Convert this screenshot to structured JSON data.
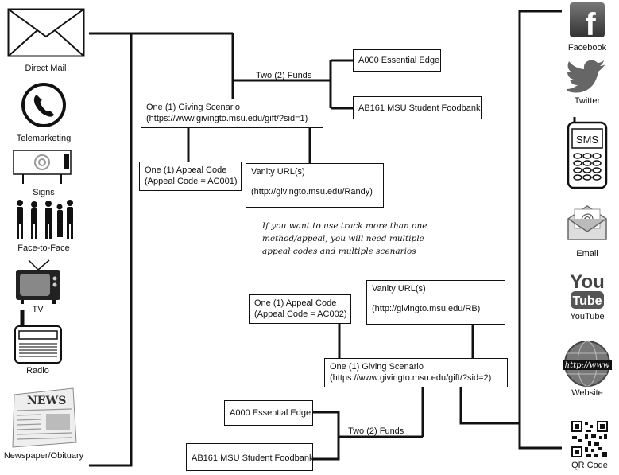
{
  "channels_left": [
    {
      "name": "Direct Mail",
      "icon": "envelope-icon"
    },
    {
      "name": "Telemarketing",
      "icon": "phone-icon"
    },
    {
      "name": "Signs",
      "icon": "sign-icon"
    },
    {
      "name": "Face-to-Face",
      "icon": "people-icon"
    },
    {
      "name": "TV",
      "icon": "tv-icon"
    },
    {
      "name": "Radio",
      "icon": "radio-icon"
    },
    {
      "name": "Newspaper/Obituary",
      "icon": "newspaper-icon"
    }
  ],
  "channels_right": [
    {
      "name": "Facebook",
      "icon": "facebook-icon"
    },
    {
      "name": "Twitter",
      "icon": "twitter-icon"
    },
    {
      "name": "SMS",
      "icon": "sms-phone-icon"
    },
    {
      "name": "Email",
      "icon": "email-icon"
    },
    {
      "name": "YouTube",
      "icon": "youtube-icon"
    },
    {
      "name": "Website",
      "icon": "globe-icon"
    },
    {
      "name": "QR Code",
      "icon": "qr-code-icon"
    }
  ],
  "icon_text": {
    "sms": "SMS",
    "youtube_top": "You",
    "youtube_bottom": "Tube",
    "facebook": "f",
    "news": "NEWS",
    "www": "http://www"
  },
  "scenario1": {
    "funds_label": "Two (2) Funds",
    "fund_a": "A000 Essential Edge",
    "fund_b": "AB161 MSU Student Foodbank",
    "scenario_line1": "One (1) Giving Scenario",
    "scenario_line2": "(https://www.givingto.msu.edu/gift/?sid=1)",
    "appeal_line1": "One (1) Appeal Code",
    "appeal_line2": "(Appeal Code = AC001)",
    "vanity_line1": "Vanity URL(s)",
    "vanity_line2": "(http://givingto.msu.edu/Randy)"
  },
  "note": {
    "line1": "If you want to use track more than one",
    "line2": "method/appeal, you will need multiple",
    "line3": "appeal codes and multiple scenarios"
  },
  "scenario2": {
    "appeal_line1": "One (1) Appeal Code",
    "appeal_line2": "(Appeal Code = AC002)",
    "vanity_line1": "Vanity URL(s)",
    "vanity_line2": "(http://givingto.msu.edu/RB)",
    "scenario_line1": "One (1) Giving Scenario",
    "scenario_line2": "(https://www.givingto.msu.edu/gift/?sid=2)",
    "fund_a": "A000 Essential Edge",
    "fund_b": "AB161 MSU Student Foodbank",
    "funds_label": "Two (2) Funds"
  }
}
